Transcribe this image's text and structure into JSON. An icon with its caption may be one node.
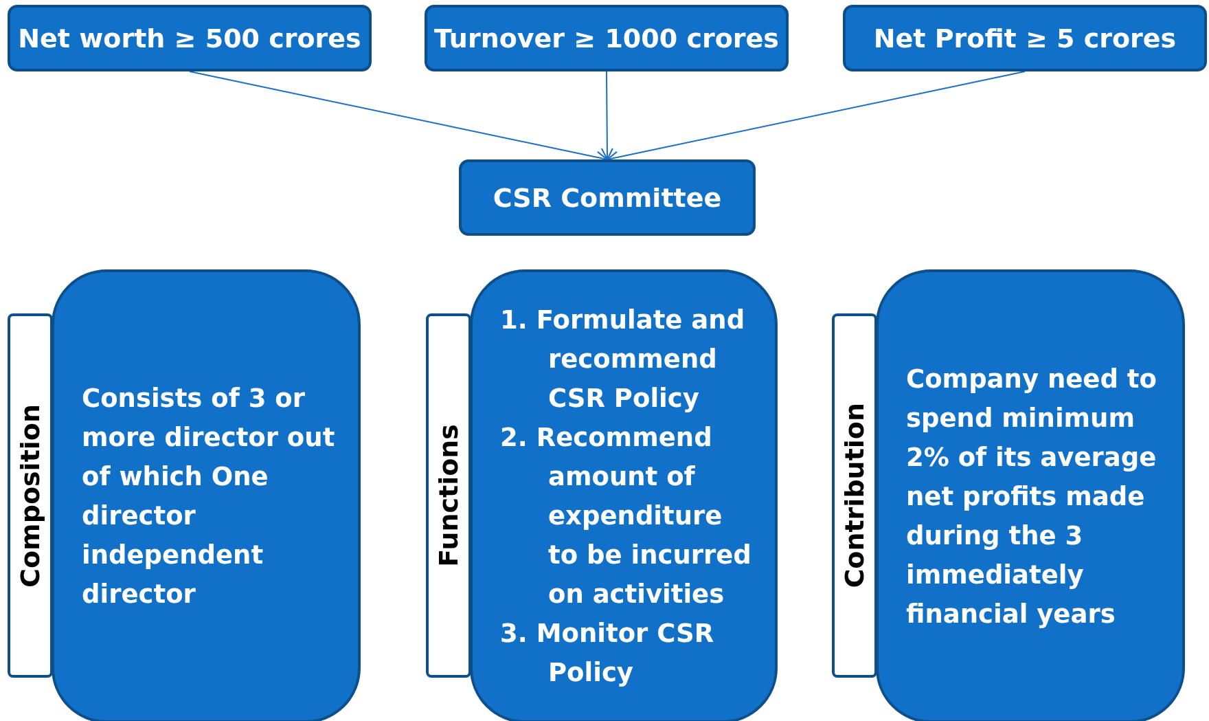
{
  "diagram": {
    "nodes": [
      {
        "text": [
          "Net worth ≥  500 crores"
        ]
      },
      {
        "text": [
          "Turnover ≥  1000 crores"
        ]
      },
      {
        "text": [
          "Net Profit ≥ 5 crores"
        ]
      },
      {
        "text": [
          "CSR Committee"
        ]
      },
      {
        "text": [
          "Composition"
        ]
      },
      {
        "text": [
          "Consists of 3 or more director out of which One director independent director"
        ]
      },
      {
        "text": [
          "Functions"
        ]
      },
      {
        "text": [
          "1. Formulate and recommend CSR Policy",
          "2. Recommend amount of expenditure to be incurred on activities",
          "3. Monitor CSR Policy"
        ]
      },
      {
        "text": [
          "Contribution"
        ]
      },
      {
        "text": [
          "Company need to spend minimum 2% of its average net profits made during the 3 immediately financial years"
        ]
      }
    ],
    "edges": [
      {
        "from": 0,
        "to": 3,
        "arrow": "to"
      },
      {
        "from": 1,
        "to": 3,
        "arrow": "to"
      },
      {
        "from": 2,
        "to": 3,
        "arrow": "to"
      }
    ]
  }
}
